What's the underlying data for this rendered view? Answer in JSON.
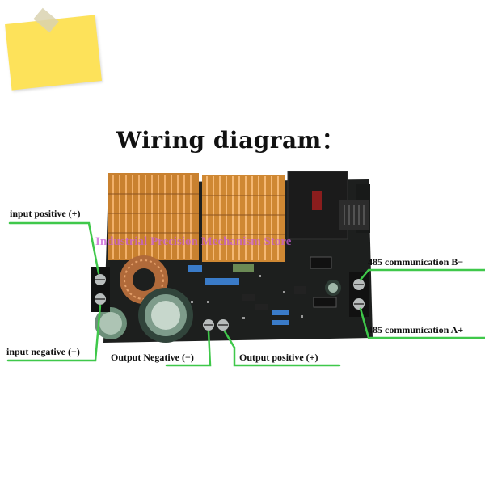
{
  "title": "Wiring diagram：",
  "watermark": "Industrial Precision Mechanism Store",
  "labels": {
    "input_positive": "input positive (+)",
    "input_negative": "input negative (−)",
    "output_negative": "Output Negative (−)",
    "output_positive": "Output positive (+)",
    "comm_b": "485 communication B−",
    "comm_a": "485 communication A+"
  },
  "colors": {
    "pcb": "#1d1f1e",
    "heatsink": "#d68a3a",
    "callout": "#3fc84a",
    "sticky_note": "#fde25a",
    "relay": "#1b1b1b"
  }
}
